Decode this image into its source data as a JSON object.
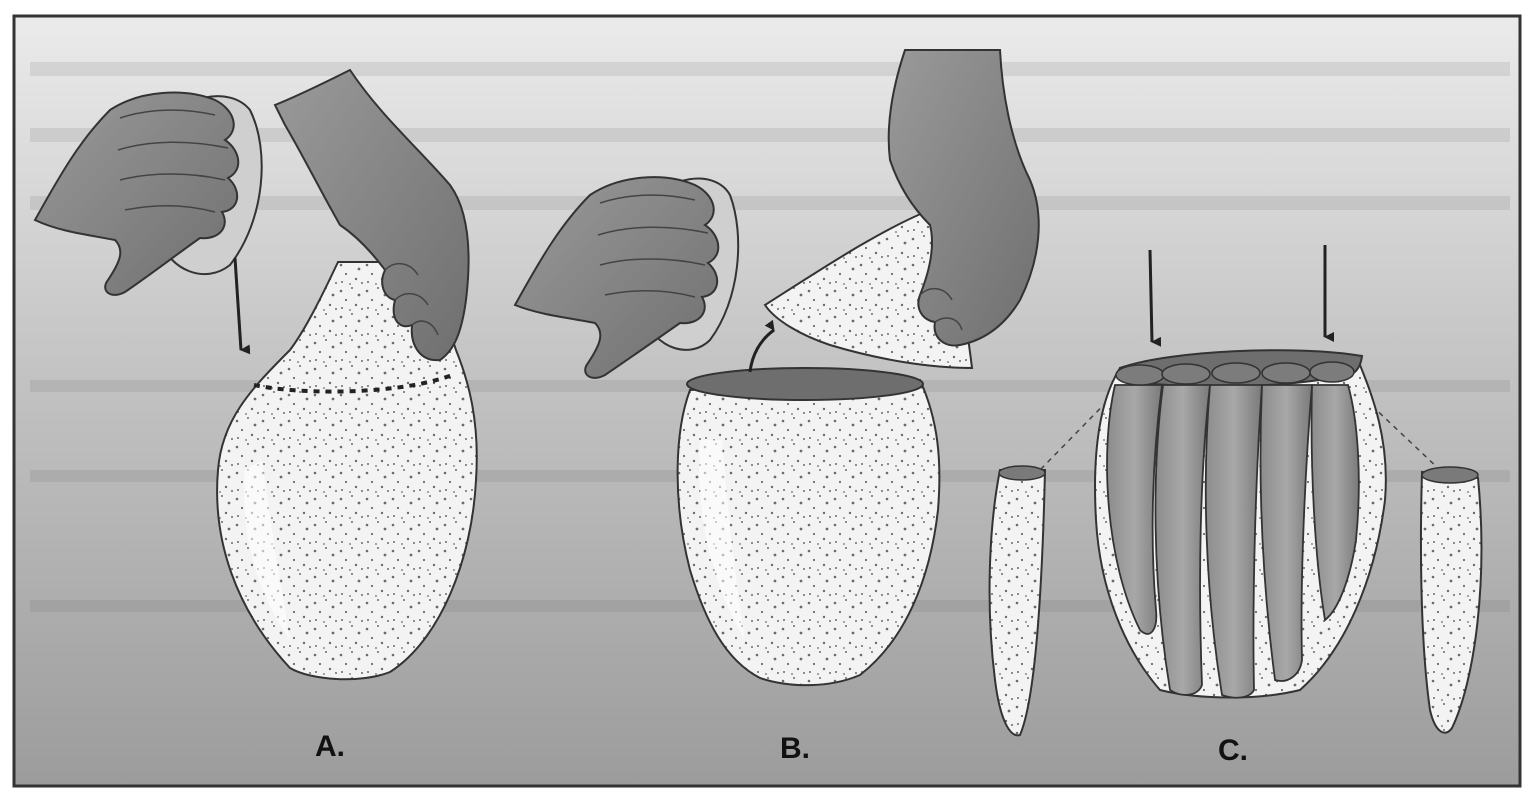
{
  "figure": {
    "panels": [
      {
        "label": "A."
      },
      {
        "label": "B."
      },
      {
        "label": "C."
      }
    ],
    "colors": {
      "background_top": "#e6e6e6",
      "background_bottom": "#9a9a9a",
      "border": "#3a3a3a",
      "vessel_fill": "#f2f2f2",
      "skin": "#8a8a8a",
      "dark_rim": "#6e6e6e",
      "line": "#2a2a2a"
    }
  }
}
